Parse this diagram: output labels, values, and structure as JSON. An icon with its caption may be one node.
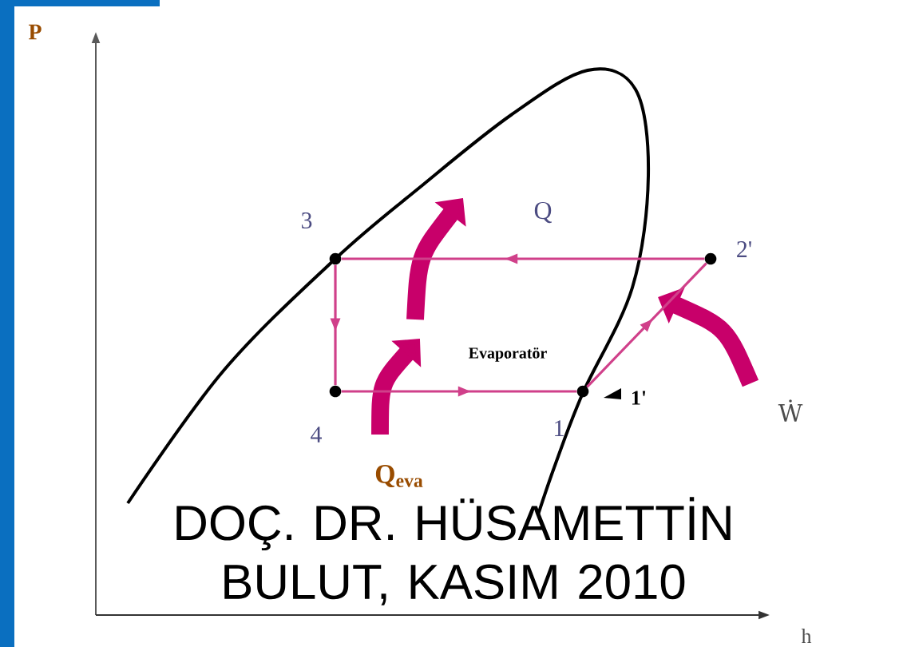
{
  "diagram": {
    "nodes": [
      {
        "text": [],
        "shape": "circle",
        "beside": [
          "3"
        ]
      },
      {
        "text": [],
        "shape": "circle",
        "beside": [
          "2'"
        ]
      },
      {
        "text": [],
        "shape": "circle",
        "beside": [
          "4"
        ]
      },
      {
        "text": [],
        "shape": "circle",
        "beside": [
          "1"
        ]
      }
    ],
    "edges": [
      {
        "from": 1,
        "to": 0,
        "arrow": "to"
      },
      {
        "from": 0,
        "to": 2,
        "arrow": "to"
      },
      {
        "from": 2,
        "to": 3,
        "arrow": "to"
      },
      {
        "from": 3,
        "to": 1,
        "arrow": "to"
      }
    ],
    "labels": [
      "P",
      "Q",
      "Evaporatör",
      "1'",
      "Ẇ",
      "Q$_{eva}$",
      "DOÇ. DR. HÜSAMETTİN BULUT, KASIM 2010",
      "h"
    ]
  }
}
